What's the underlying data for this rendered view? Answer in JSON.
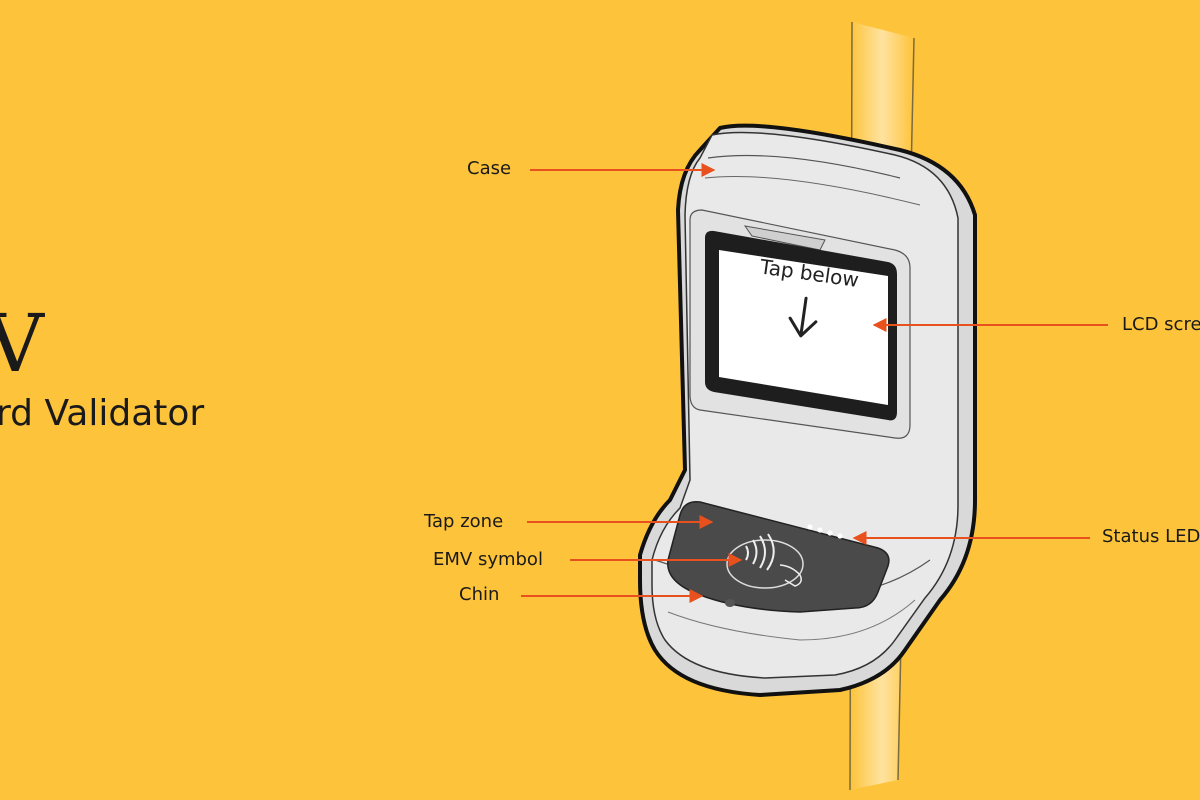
{
  "header": {
    "title_fragment": "V",
    "subtitle_fragment": "rd Validator"
  },
  "device": {
    "screen_text": "Tap below",
    "screen_arrow_icon": "arrow-down-icon",
    "emv_icon": "contactless-emv-icon"
  },
  "callouts": {
    "case": "Case",
    "lcd_screen": "LCD scre",
    "tap_zone": "Tap zone",
    "emv_symbol": "EMV symbol",
    "chin": "Chin",
    "status_leds": "Status LED"
  },
  "colors": {
    "background": "#FDC33A",
    "arrow": "#E8501E",
    "device_body": "#E8E8E8",
    "outline": "#111111",
    "tap_panel": "#4A4A4A",
    "pole": "#FEDB80"
  }
}
